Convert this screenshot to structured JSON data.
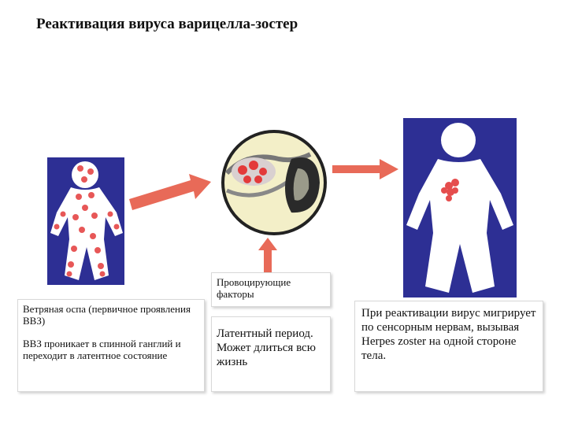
{
  "title": "Реактивация вируса варицелла-зостер",
  "left_box": {
    "line1": "Ветряная оспа (первичное проявления ВВЗ)",
    "line2": "ВВЗ проникает в спинной ганглий и переходит в латентное состояние"
  },
  "middle_top_box": {
    "text": "Провоцирующие факторы"
  },
  "middle_bottom_box": {
    "text": "Латентный период. Может длиться всю жизнь"
  },
  "right_box": {
    "text": "При реактивации вирус мигрирует по сенсорным нервам, вызывая Herpes zoster на одной стороне тела."
  },
  "colors": {
    "figure_bg": "#2d2f94",
    "lesion": "#e33a3a",
    "arrow": "#e86a58"
  }
}
